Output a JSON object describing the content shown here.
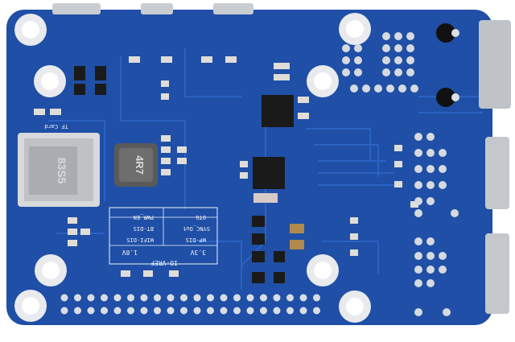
{
  "board": {
    "pcb_color": "#1f4fa6",
    "trace_color": "#2b63c4",
    "pad_color": "#d9dde3",
    "hole_color": "#ffffff",
    "chip_color": "#1a1a1a",
    "silk_color": "#f2f4f8"
  },
  "labels": {
    "tf_card": "TF Card",
    "inductor": "4R7",
    "card_slot_marking": "83S5",
    "io_vref": "IO-VREF",
    "volt_1v8": "1.8V",
    "volt_3v3": "3.3V",
    "pwr_en": "PWR_EN",
    "otg": "OTG",
    "bt_dis": "BT-DIS",
    "sync_out": "SYNC_Out",
    "wifi_dis": "WIFI-DIS",
    "wp_dis": "WP-DIS"
  }
}
